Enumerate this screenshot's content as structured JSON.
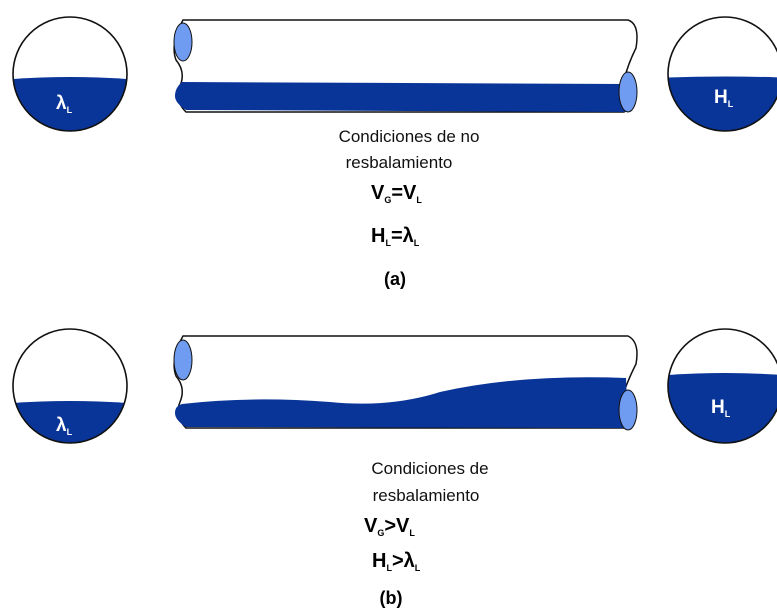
{
  "colors": {
    "liquid": "#0a3598",
    "pipe_end": "#6f9bf0",
    "outline": "#111111",
    "background": "#ffffff"
  },
  "panel_a": {
    "label": "(a)",
    "caption_line1": "Condiciones de no",
    "caption_line2": "resbalamiento",
    "left_circle": {
      "symbol": "λ",
      "sub": "L"
    },
    "right_circle": {
      "symbol": "H",
      "sub": "L"
    },
    "eq1": {
      "a": "V",
      "a_sub": "G",
      "op": "=",
      "b": "V",
      "b_sub": "L"
    },
    "eq2": {
      "a": "H",
      "a_sub": "L",
      "op": "=",
      "b": "λ",
      "b_sub": "L"
    }
  },
  "panel_b": {
    "label": "(b)",
    "caption_line1": "Condiciones de",
    "caption_line2": "resbalamiento",
    "left_circle": {
      "symbol": "λ",
      "sub": "L"
    },
    "right_circle": {
      "symbol": "H",
      "sub": "L"
    },
    "eq1": {
      "a": "V",
      "a_sub": "G",
      "op": ">",
      "b": "V",
      "b_sub": "L"
    },
    "eq2": {
      "a": "H",
      "a_sub": "L",
      "op": ">",
      "b": "λ",
      "b_sub": "L"
    }
  }
}
